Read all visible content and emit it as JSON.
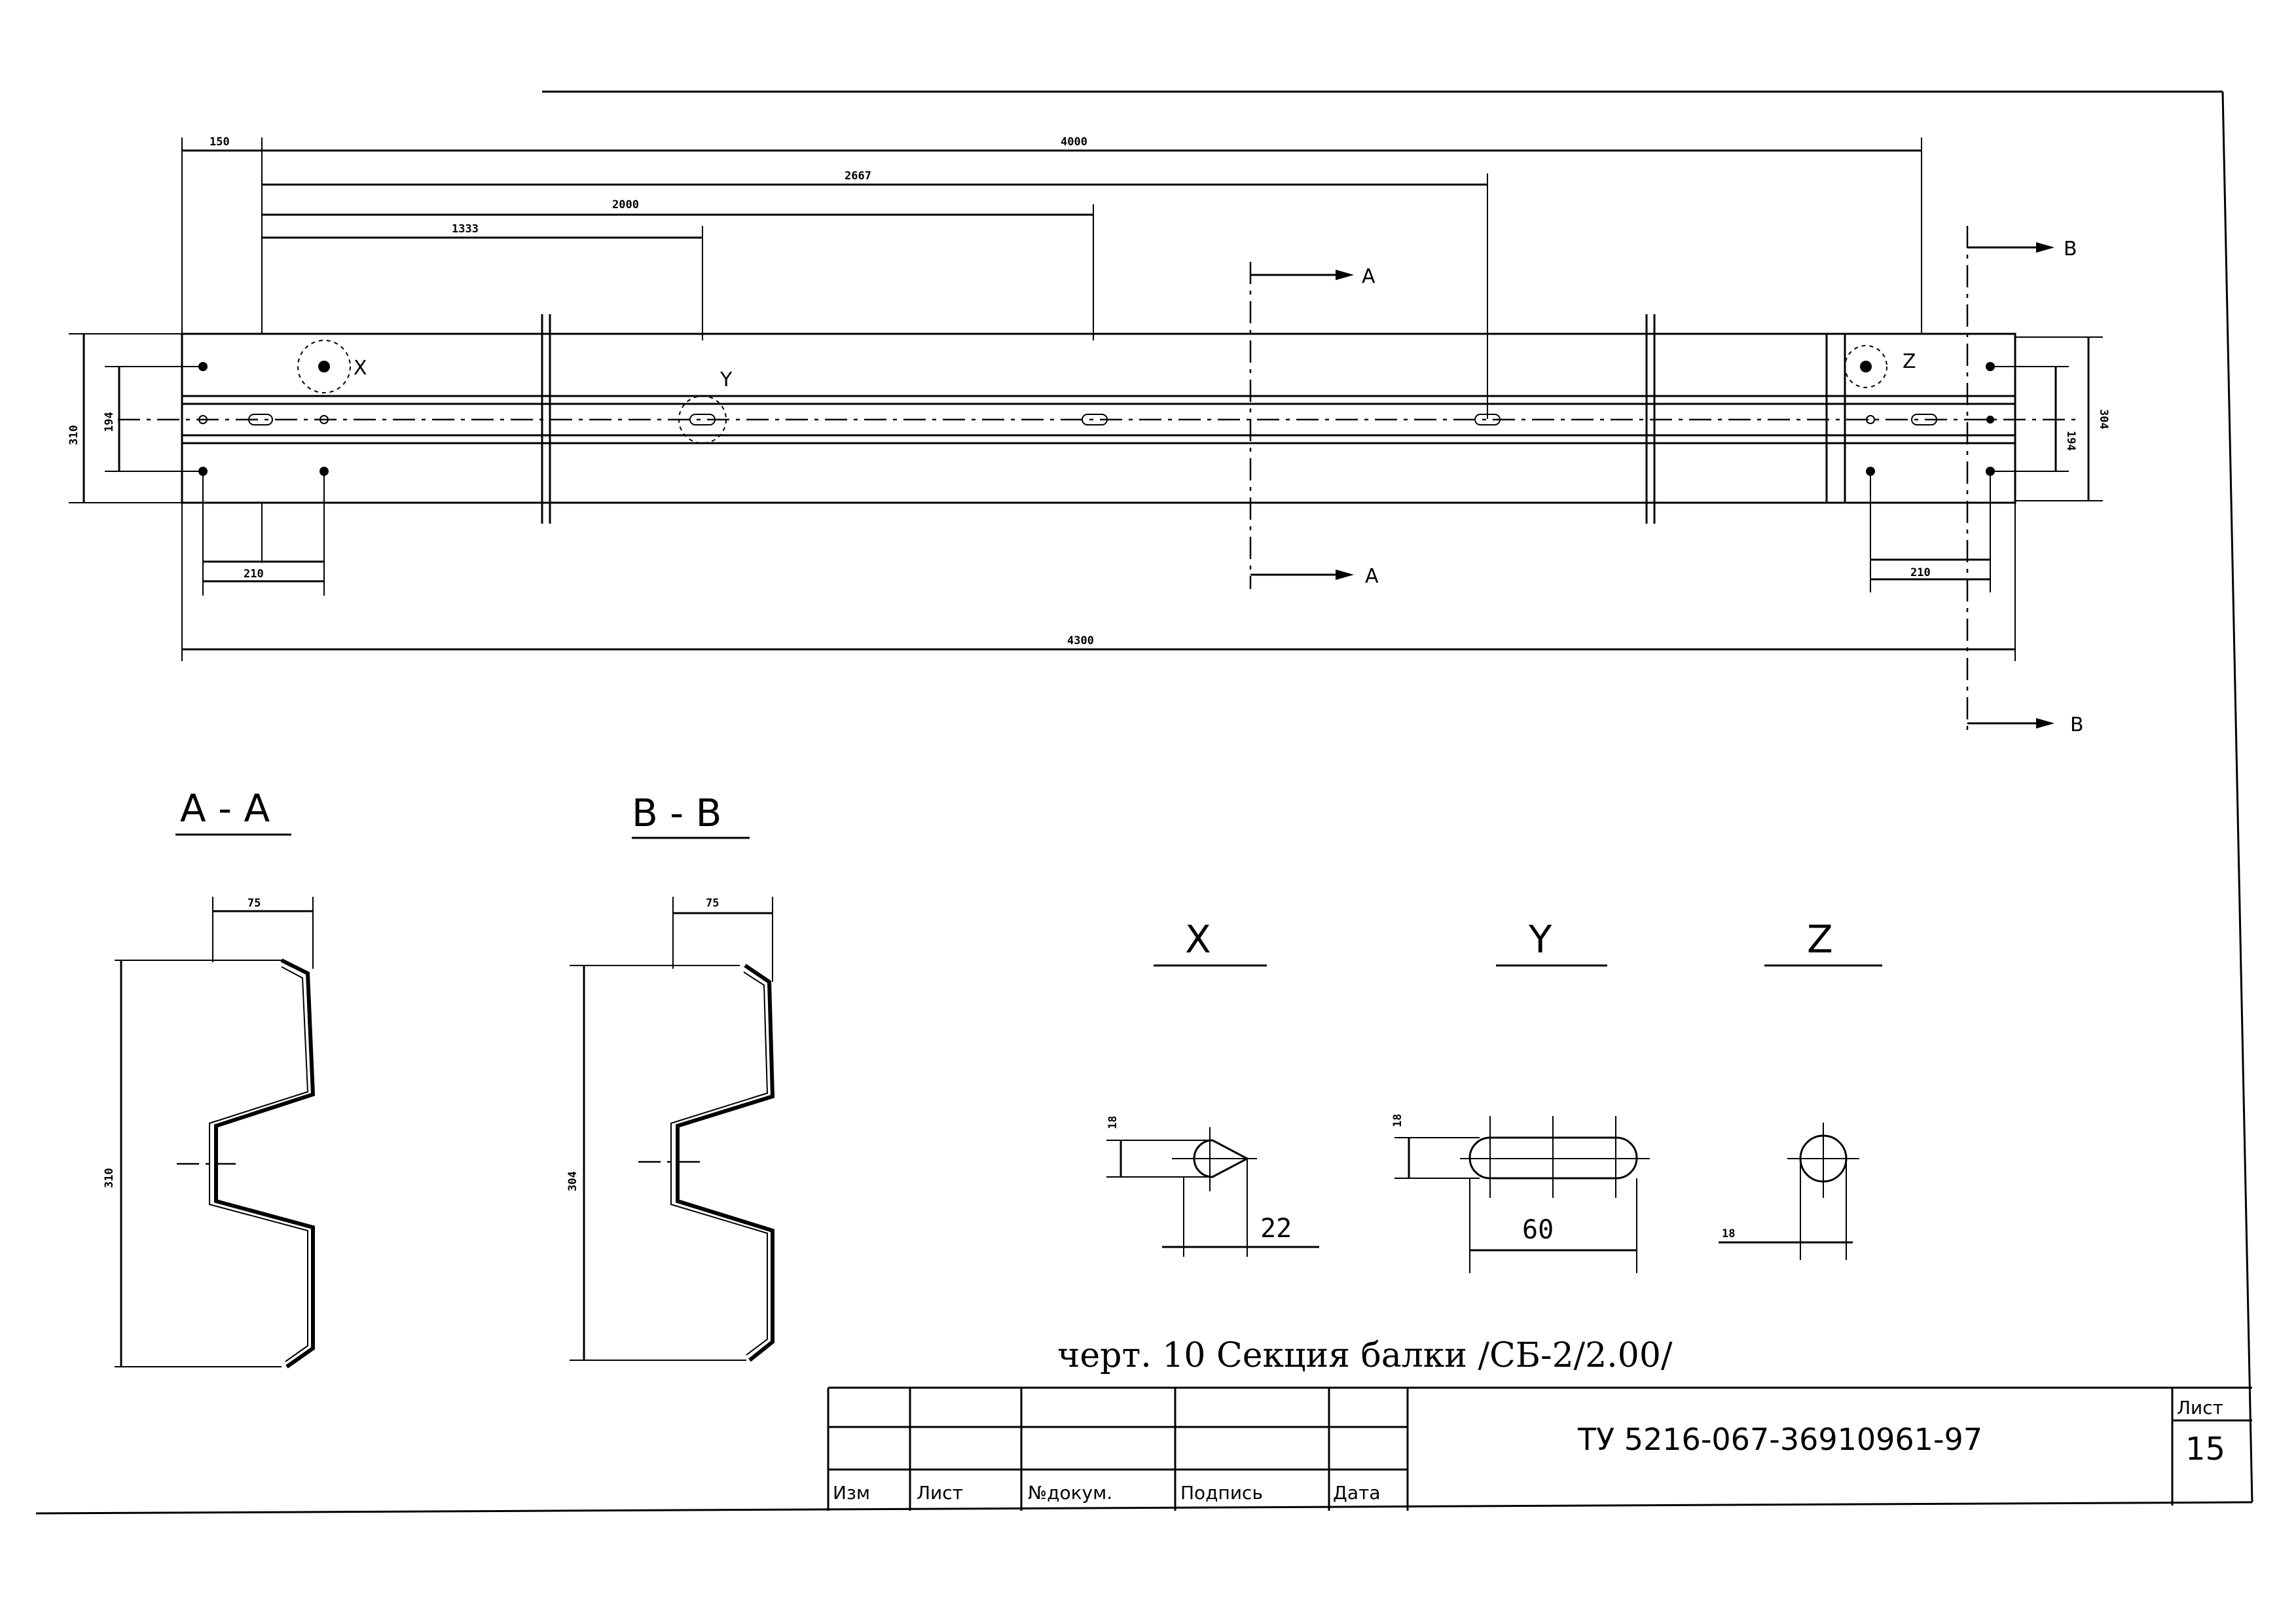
{
  "dimensions": {
    "d150": "150",
    "d4000": "4000",
    "d2667": "2667",
    "d2000": "2000",
    "d1333": "1333",
    "d310": "310",
    "d194_left": "194",
    "d194_right": "194",
    "d304": "304",
    "d210_left": "210",
    "d210_right": "210",
    "d4300": "4300"
  },
  "section_markers": {
    "a": "A",
    "b": "B"
  },
  "callouts": {
    "x": "X",
    "y": "Y",
    "z": "Z"
  },
  "sections": {
    "aa": {
      "title": "A - A",
      "width": "75",
      "height": "310"
    },
    "bb": {
      "title": "B - B",
      "width": "75",
      "height": "304"
    }
  },
  "details": {
    "x": {
      "title": "X",
      "height": "18",
      "width": "22"
    },
    "y": {
      "title": "Y",
      "height": "18",
      "width": "60"
    },
    "z": {
      "title": "Z",
      "dia": "18"
    }
  },
  "caption": "черт. 10  Секция балки /СБ-2/2.00/",
  "title_block": {
    "headers": [
      "Изм",
      "Лист",
      "№докум.",
      "Подпись",
      "Дата"
    ],
    "document_code": "ТУ  5216-067-36910961-97",
    "sheet_label": "Лист",
    "sheet_number": "15"
  }
}
